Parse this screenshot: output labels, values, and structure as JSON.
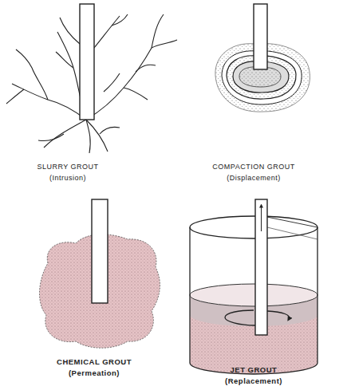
{
  "diagram": {
    "labels": [
      "SLURRY GROUT",
      "(Intrusion)",
      "COMPACTION GROUT",
      "(Displacement)",
      "CHEMICAL GROUT",
      "(Permeation)",
      "JET GROUT",
      "(Replacement)"
    ]
  }
}
